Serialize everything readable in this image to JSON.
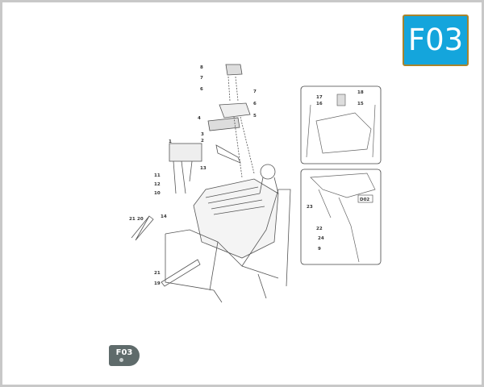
{
  "header": {
    "badge_label": "F03",
    "badge_color": "#14a5dc",
    "badge_border_color": "#a8842c"
  },
  "footer": {
    "tab_label": "F03",
    "tab_color": "#5f6b6b"
  },
  "diagram": {
    "main_labels": [
      "8",
      "7",
      "6",
      "7",
      "6",
      "5",
      "4",
      "3",
      "2",
      "1",
      "13",
      "11",
      "12",
      "10",
      "14",
      "21",
      "20",
      "21",
      "19"
    ],
    "inset_top_labels": [
      "17",
      "18",
      "16",
      "15"
    ],
    "inset_bottom_labels": [
      "D02",
      "23",
      "22",
      "24",
      "9"
    ]
  }
}
